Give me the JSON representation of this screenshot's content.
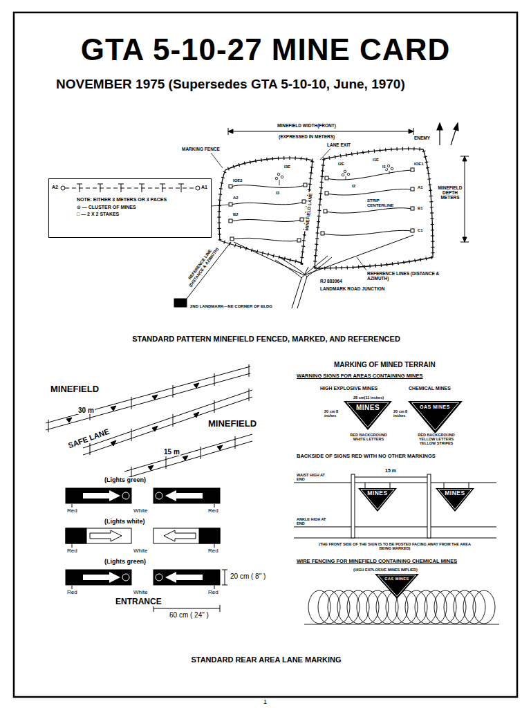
{
  "diagram": {
    "title": "GTA 5-10-27 MINE CARD",
    "nodes": [
      {
        "text": [
          "NOTE: EITHER 3 METERS OR 3 PACES",
          "⊙ — CLUSTER OF MINES",
          "□ — 2 X 2 STAKES"
        ]
      },
      {
        "text": [
          "MINES"
        ]
      },
      {
        "text": [
          "GAS MINES"
        ]
      },
      {
        "text": [
          "MINES"
        ]
      },
      {
        "text": [
          "MINES"
        ]
      },
      {
        "text": [
          "GAS MINES"
        ]
      }
    ],
    "labels": [
      "NOVEMBER 1975 (Supersedes GTA 5-10-10, June, 1970)",
      "MINEFIELD WIDTH(FRONT)",
      "(EXPRESSED IN METERS)",
      "ENEMY",
      "MARKING FENCE",
      "LANE EXIT",
      "MINEFIELD DEPTH METERS",
      "IOE2",
      "I3E",
      "I3",
      "A2",
      "B2",
      "I2E",
      "I1E",
      "IOE1",
      "I2",
      "I1",
      "A1",
      "STRIP CENTERLINE",
      "B1",
      "C1",
      "MINEFIELD LANE",
      "A2",
      "A1",
      "REFERENCE LINES (DISTANCE & AZIMUTH)",
      "RJ 883964",
      "LANDMARK ROAD JUNCTION",
      "REFERENCE LINE (DISTANCE & AZIMUTH)",
      "2ND LANDMARK—NE CORNER OF BLDG",
      "STANDARD PATTERN MINEFIELD FENCED, MARKED, AND REFERENCED",
      "MINEFIELD",
      "30 m",
      "SAFE LANE",
      "MINEFIELD",
      "15 m",
      "(Lights green)",
      "Red",
      "White",
      "Red",
      "(Lights white)",
      "Red",
      "White",
      "Red",
      "(Lights green)",
      "Red",
      "White",
      "Red",
      "ENTRANCE",
      "20 cm ( 8\" )",
      "60 cm ( 24\" )",
      "STANDARD REAR AREA LANE MARKING",
      "MARKING OF MINED TERRAIN",
      "WARNING SIGNS FOR AREAS CONTAINING MINES",
      "HIGH EXPLOSIVE MINES",
      "CHEMICAL MINES",
      "28 cm(11 inches)",
      "20 cm 8 inches",
      "20 cm 8 inches",
      "RED BACKGROUND WHITE LETTERS",
      "RED BACKGROUND YELLOW LETTERS YELLOW STRIPES",
      "BACKSIDE OF SIGNS RED WITH NO OTHER MARKINGS",
      "WAIST HIGH AT END",
      "15 m",
      "ANKLE HIGH AT END",
      "(THE FRONT SIDE OF THE SIGN IS TO BE POSTED FACING AWAY FROM THE AREA BEING MARKED)",
      "WIRE FENCING FOR MINEFIELD CONTAINING CHEMICAL MINES",
      "(HIGH EXPLOSIVE MINES IMPLIED)",
      "1"
    ]
  }
}
